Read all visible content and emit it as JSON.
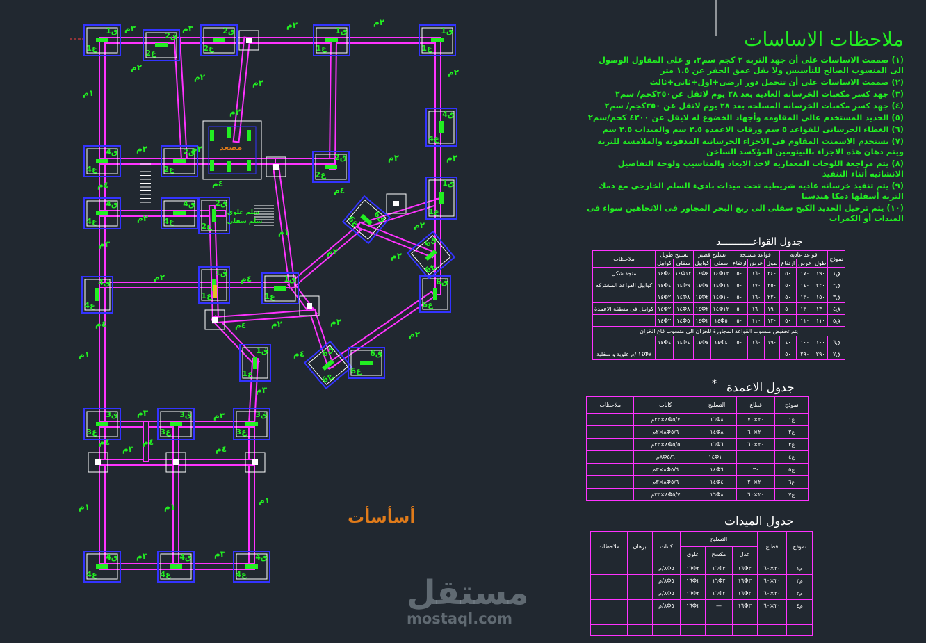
{
  "notes": {
    "title": "ملاحظات الاساسات",
    "items": [
      "(١) صممت الاساسات على أن جهد التربه ٢ كجم سم٢، و على المقاول الوصول الى المنسوب الصالح للتأسيس ولا يقل عمق الحفر عن ١.٥ متر",
      "(٢) صممت الاساسات على أن تتحمل دور ارضى+اول+ثانى+ثالث",
      "(٣) جهد كسر مكعبات الخرسانه العاديه بعد ٢٨ يوم لاتقل عن٢٥٠كجم/ سم٢",
      "(٤) جهد كسر مكعبات الخرسانه المسلحه بعد ٢٨ يوم لاتقل عن ٣٥٠كجم/ سم٢",
      "(٥) الحديد المستخدم عالى المقاومه وأجهاد الخضوع له لايقل عن ٤٢٠٠ كجم/سم٢",
      "(٦) الغطاء الخرسانى للقواعد ٥ سم ورقاب الاعمده ٢.٥ سم والميدات ٢.٥ سم",
      "(٧) يستخدم الاسمنت المقاوم فى الاجزاء الخرسانيه المدفونه والملامسه للتربه ويتم دهان هذه الاجزاء بالبيتومين المؤكسد الساخن",
      "(٨) يتم مراجعة اللوحات المعماريه لاخذ الابعاد والمناسيب ولوحة التفاصيل الانشائيه أثناء التنفيذ",
      "(٩) يتم تنفيذ خرسانه عاديه شريطيه تحت ميدات بادىء السلم الخارجى مع دمك التربه أسفلها دمكا هندسيا",
      "(١٠) يتم ترحيل الحديد الكبح سفلى الى ربع البحر المجاور فى الاتجاهين سواء فى الميدات أو الكمرات"
    ]
  },
  "foundations_table": {
    "title": "جدول القواعـــــــــــد",
    "headers": [
      "نموذج",
      "قواعد عادية",
      "قواعد مسلحة",
      "تسليح قصير",
      "تسليح طويل",
      "ملاحظات"
    ],
    "subheaders": [
      "طول",
      "عرض",
      "ارتفاع",
      "طول",
      "عرض",
      "ارتفاع",
      "سفلى",
      "كوابيل",
      "سفلى",
      "كوابيل"
    ],
    "rows": [
      [
        "ق١",
        "١٩٠",
        "١٧٠",
        "٥٠",
        "٢٤٠",
        "١٦٠",
        "٥٠",
        "١٤Φ١٣",
        "١٤Φ٤",
        "١٤Φ١٢",
        "١٤Φ٤",
        "منجد شكل"
      ],
      [
        "ق٢",
        "٢٢٠",
        "١٤٠",
        "٥٠",
        "٢٥٠",
        "١٧٠",
        "٥٠",
        "١٤Φ١١",
        "١٤Φ٤",
        "١٤Φ٩",
        "١٤Φ٤",
        "كوابيل القواعد المشتركه"
      ],
      [
        "ق٣",
        "١٥٠",
        "١٣٠",
        "٥٠",
        "٢٢٠",
        "١٦٠",
        "٥٠",
        "١٤Φ١٠",
        "١٤Φ٢",
        "١٤Φ٨",
        "١٤Φ٢",
        ""
      ],
      [
        "ق٤",
        "١٣٠",
        "١٣٠",
        "٥٠",
        "١٩٠",
        "١٦٠",
        "٥٠",
        "١٤Φ١٢",
        "١٤Φ٢",
        "١٤Φ٨",
        "١٤Φ٢",
        "كوابيل فى منطقة الاعمدة"
      ],
      [
        "ق٥",
        "١١٠",
        "١١٠",
        "٥٠",
        "١٢٠",
        "١١٠",
        "٥٠",
        "١٤Φ٥",
        "١٤Φ٢",
        "١٤Φ٥",
        "١٤Φ٢",
        ""
      ]
    ],
    "note_row": "يتم تخفيض منسوب القواعد المجاورة للخزان الى منسوب قاع الخزان",
    "rows2": [
      [
        "ق٦",
        "١٠٠",
        "١٠٠",
        "٤٠",
        "١٩٠",
        "١٦٠",
        "٥٠",
        "١٤Φ٤",
        "١٤Φ٤",
        "١٤Φ٤",
        "١٤Φ٤",
        ""
      ],
      [
        "ق٧",
        "٢٩٠",
        "٢٩٠",
        "٥٠",
        "",
        "",
        "",
        "",
        "",
        "",
        "",
        "١٤Φ٧ /م علوية و سفلية"
      ]
    ]
  },
  "columns_table": {
    "title": "جدول الاعمدة",
    "headers": [
      "نموذج",
      "قطاع",
      "التسليح",
      "كانات",
      "ملاحظات"
    ],
    "rows": [
      [
        "ع١",
        "٢٠×٧٠",
        "١٦Φ٨",
        "٨Φ٥/٧×٣٣م",
        ""
      ],
      [
        "ع٢",
        "٢٠×٦٠",
        "١٤Φ٨",
        "٨Φ٥/٦×٢م",
        ""
      ],
      [
        "ع٣",
        "٢٠×٦٠",
        "١٦Φ٦",
        "٨Φ٥/٥×٣٣م",
        ""
      ],
      [
        "ع٤",
        "",
        "١٤Φ١٠",
        "٨Φ٥/٦م",
        ""
      ],
      [
        "ع٥",
        "٣٠",
        "١٤Φ٦",
        "٨Φ٥/٦×٣م",
        ""
      ],
      [
        "ع٦",
        "٢٠×٢٠",
        "١٤Φ٤",
        "٨Φ٥/٦×٣م",
        ""
      ],
      [
        "ع٧",
        "٢٠×٦٠",
        "١٦Φ٨",
        "٨Φ٥/٧×٣٣م",
        ""
      ]
    ]
  },
  "beams_table": {
    "title": "جدول الميدات",
    "headers": [
      "نموذج",
      "قطاع",
      "التسليح",
      "كانات",
      "برهان",
      "ملاحظات"
    ],
    "subheaders": [
      "عدل",
      "مكسح",
      "علوى"
    ],
    "rows": [
      [
        "م١",
        "٢٠×٦٠",
        "١٦Φ٣",
        "١٦Φ٣",
        "١٦Φ٢",
        "٨Φ٥/م",
        "",
        ""
      ],
      [
        "م٢",
        "٢٠×٦٠",
        "١٦Φ٣",
        "١٦Φ٢",
        "١٦Φ٢",
        "٨Φ٥/م",
        "",
        ""
      ],
      [
        "م٣",
        "٢٠×٦٠",
        "١٦Φ٢",
        "١٦Φ٢",
        "١٦Φ٢",
        "٨Φ٥/م",
        "",
        ""
      ],
      [
        "م٤",
        "٢٠×٦٠",
        "١٦Φ٣",
        "—",
        "١٦Φ٢",
        "٨Φ٥/م",
        "",
        ""
      ]
    ]
  },
  "plan": {
    "footing_label": "ق",
    "column_label": "ع",
    "beam_labels": [
      "٢م",
      "٣م",
      "١م",
      "٤م"
    ],
    "tank_label": "مصعد",
    "stair_labels": [
      "سلم علوى",
      "سلم سفلى"
    ]
  },
  "stamp": "أسأسأت",
  "watermark": {
    "arabic": "مستقل",
    "latin": "mostaql.com"
  },
  "colors": {
    "background": "#212830",
    "beam": "#ff33ff",
    "footing": "#3333ff",
    "neck": "#ffffff",
    "column": "#22ee22",
    "text": "#22ee22"
  }
}
